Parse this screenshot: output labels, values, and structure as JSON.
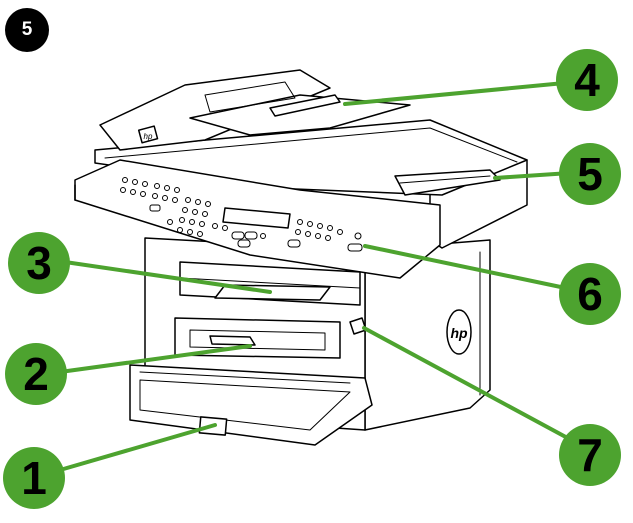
{
  "figure": {
    "step_number": "5",
    "callout_color": "#4da32f",
    "line_color": "#4da32f",
    "device_stroke": "#000000",
    "callouts": [
      {
        "id": "1",
        "label": "1"
      },
      {
        "id": "2",
        "label": "2"
      },
      {
        "id": "3",
        "label": "3"
      },
      {
        "id": "4",
        "label": "4"
      },
      {
        "id": "5",
        "label": "5"
      },
      {
        "id": "6",
        "label": "6"
      },
      {
        "id": "7",
        "label": "7"
      }
    ],
    "logo_icon": "hp-logo-icon"
  }
}
